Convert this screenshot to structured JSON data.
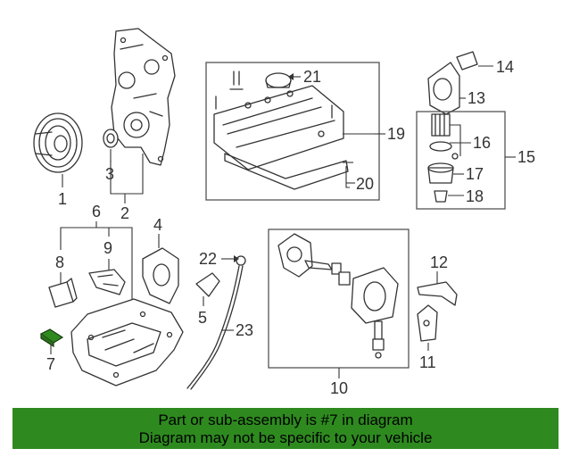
{
  "callouts": {
    "c1": "1",
    "c2": "2",
    "c3": "3",
    "c4": "4",
    "c5": "5",
    "c6": "6",
    "c7": "7",
    "c8": "8",
    "c9": "9",
    "c10": "10",
    "c11": "11",
    "c12": "12",
    "c13": "13",
    "c14": "14",
    "c15": "15",
    "c16": "16",
    "c17": "17",
    "c18": "18",
    "c19": "19",
    "c20": "20",
    "c21": "21",
    "c22": "22",
    "c23": "23"
  },
  "banner": {
    "line1": "Part or sub-assembly is #7 in diagram",
    "line2": "Diagram may not be specific to your vehicle"
  },
  "colors": {
    "banner_bg": "#2e8a1f",
    "highlight_part": "#2e8a1f"
  }
}
